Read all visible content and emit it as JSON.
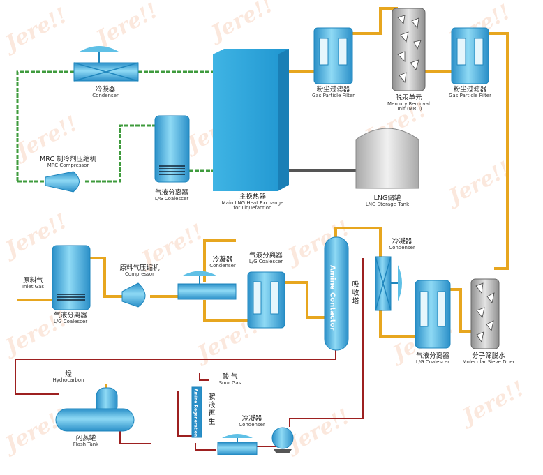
{
  "watermark": "Jere!!",
  "colors": {
    "gas_pipe": "#e7a61f",
    "refrigerant_pipe": "#3f9b3d",
    "lng_pipe": "#555555",
    "amine_pipe": "#9d2020",
    "vessel": "#5fc0e6",
    "vessel_dark": "#1f86bd"
  },
  "labels": {
    "condenser_top": {
      "zh": "冷凝器",
      "en": "Condenser"
    },
    "mrc_compressor": {
      "zh": "MRC 制冷剂压缩机",
      "en": "MRC Compressor"
    },
    "lg_coalescer_1": {
      "zh": "气液分离器",
      "en": "L/G Coalescer"
    },
    "main_heat_exchanger": {
      "zh": "主换热器",
      "en": "Main LNG Heat Exchange",
      "en2": "for Liquefaction"
    },
    "particle_filter_1": {
      "zh": "粉尘过滤器",
      "en": "Gas Particle Filter"
    },
    "mercury_removal": {
      "zh": "脱汞单元",
      "en": "Mercury Removal",
      "en2": "Unit (MRU)"
    },
    "particle_filter_2": {
      "zh": "粉尘过滤器",
      "en": "Gas Particle Filter"
    },
    "lng_tank": {
      "zh": "LNG储罐",
      "en": "LNG Storage Tank"
    },
    "inlet_gas": {
      "zh": "原料气",
      "en": "Inlet  Gas"
    },
    "lg_coalescer_2": {
      "zh": "气液分离器",
      "en": "L/G Coalescer"
    },
    "feed_compressor": {
      "zh": "原料气压缩机",
      "en": "Compressor"
    },
    "condenser_mid": {
      "zh": "冷凝器",
      "en": "Condenser"
    },
    "lg_coalescer_3": {
      "zh": "气液分离器",
      "en": "L/G Coalescer"
    },
    "amine_contactor": {
      "text": "Amine Contactor",
      "zh": "吸收塔"
    },
    "condenser_right": {
      "zh": "冷凝器",
      "en": "Condenser"
    },
    "lg_coalescer_4": {
      "zh": "气液分离器",
      "en": "L/G Coalescer"
    },
    "molecular_sieve": {
      "zh": "分子筛脱水",
      "en": "Molecular Sieve Drier"
    },
    "hydrocarbon": {
      "zh": "烃",
      "en": "Hydrocarbon"
    },
    "flash_tank": {
      "zh": "闪蒸罐",
      "en": "Flash Tank"
    },
    "sour_gas": {
      "zh": "酸 气",
      "en": "Sour Gas"
    },
    "amine_regeneration": {
      "text": "Amine Regeneration",
      "zh": "胺液再生"
    },
    "condenser_bottom": {
      "zh": "冷凝器",
      "en": "Condenser"
    }
  }
}
